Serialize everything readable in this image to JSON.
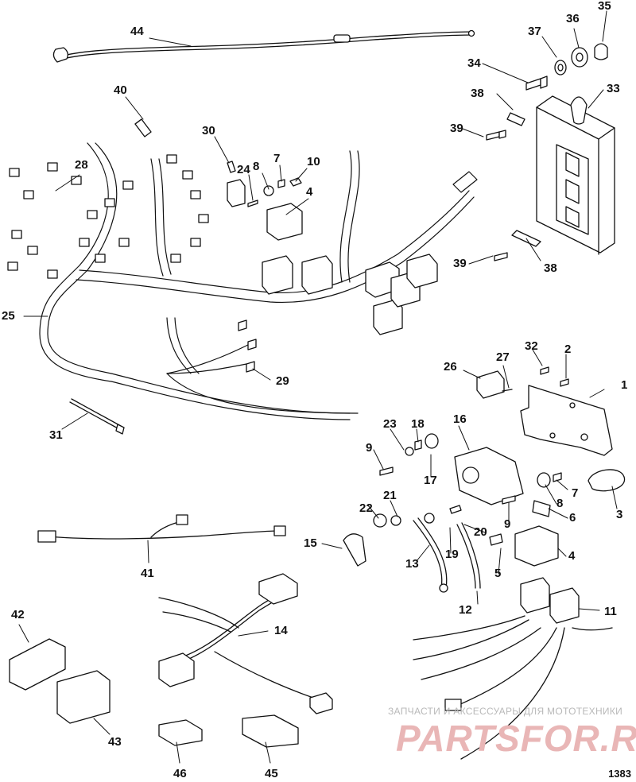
{
  "diagram": {
    "doc_number": "1383",
    "watermark": {
      "line1": "ЗАПЧАСТИ И АКСЕССУАРЫ ДЛЯ МОТОТЕХНИКИ",
      "line2": "PARTSFOR.RU"
    },
    "callouts": {
      "c1": "1",
      "c2": "2",
      "c3": "3",
      "c4a": "4",
      "c4b": "4",
      "c5": "5",
      "c6": "6",
      "c7a": "7",
      "c7b": "7",
      "c8a": "8",
      "c8b": "8",
      "c9a": "9",
      "c9b": "9",
      "c10": "10",
      "c11": "11",
      "c12": "12",
      "c13": "13",
      "c14": "14",
      "c15": "15",
      "c16": "16",
      "c17": "17",
      "c18": "18",
      "c19": "19",
      "c20": "20",
      "c21": "21",
      "c22": "22",
      "c23": "23",
      "c24": "24",
      "c25": "25",
      "c26": "26",
      "c27": "27",
      "c28": "28",
      "c29": "29",
      "c30": "30",
      "c31": "31",
      "c32": "32",
      "c33": "33",
      "c34": "34",
      "c35": "35",
      "c36": "36",
      "c37": "37",
      "c38a": "38",
      "c38b": "38",
      "c39a": "39",
      "c39b": "39",
      "c40": "40",
      "c41": "41",
      "c42": "42",
      "c43": "43",
      "c44": "44",
      "c45": "45",
      "c46": "46"
    }
  }
}
